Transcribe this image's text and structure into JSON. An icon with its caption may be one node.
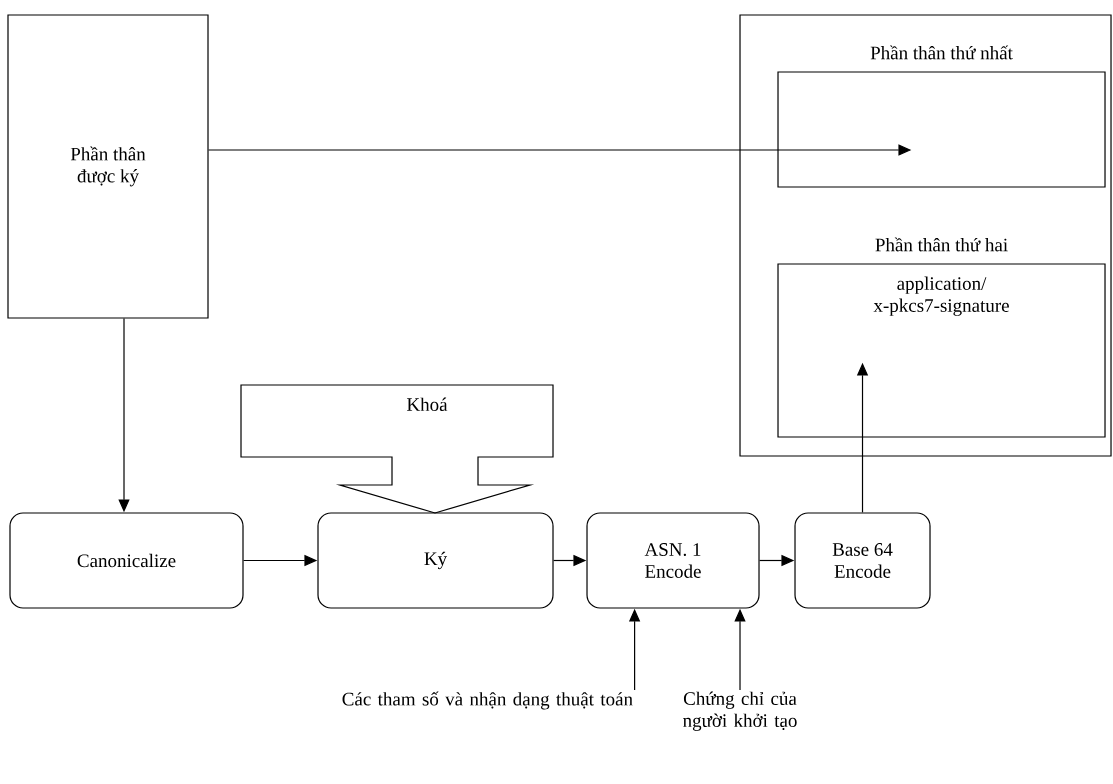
{
  "diagram": {
    "nodes": [
      {
        "text": [
          "Phần thân được ký"
        ]
      },
      {
        "text": [],
        "shape": "box"
      },
      {
        "text": [
          "Phần thân thứ nhất"
        ],
        "in": 1
      },
      {
        "text": [
          "Phần thân thứ hai",
          "application/ x-pkcs7-signature"
        ],
        "in": 1
      },
      {
        "text": [
          "Khoá"
        ]
      },
      {
        "text": [
          "Canonicalize"
        ]
      },
      {
        "text": [
          "Ký"
        ]
      },
      {
        "text": [
          "ASN. 1 Encode"
        ]
      },
      {
        "text": [
          "Base 64 Encode"
        ]
      },
      {
        "text": [
          "Các tham số và nhận dạng thuật toán"
        ]
      },
      {
        "text": [
          "Chứng chỉ của người khởi tạo"
        ]
      }
    ],
    "edges": [
      {
        "from": 0,
        "to": 2,
        "arrow": "to"
      },
      {
        "from": 0,
        "to": 5,
        "arrow": "to"
      },
      {
        "from": 5,
        "to": 6,
        "arrow": "to"
      },
      {
        "from": 6,
        "to": 7,
        "arrow": "to"
      },
      {
        "from": 7,
        "to": 8,
        "arrow": "to"
      },
      {
        "from": 8,
        "to": 3,
        "arrow": "to"
      },
      {
        "from": 9,
        "to": 7,
        "arrow": "to"
      },
      {
        "from": 10,
        "to": 7,
        "arrow": "to"
      }
    ]
  }
}
